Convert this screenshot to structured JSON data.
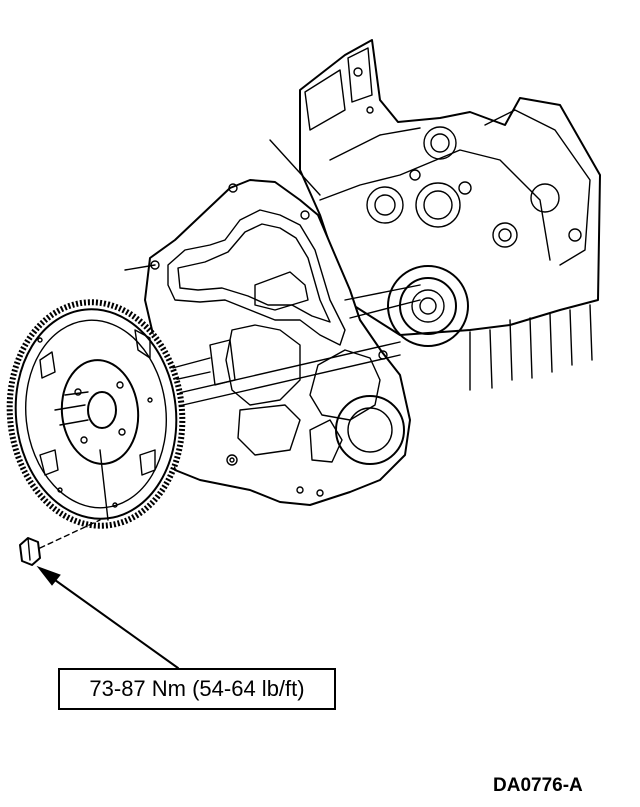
{
  "torque_callout": {
    "text": "73-87 Nm (54-64 lb/ft)"
  },
  "figure_id": "DA0776-A",
  "parts": {
    "engine_block": "engine-block",
    "adapter_plate": "engine-rear-cover-plate",
    "flywheel": "flexplate-with-ring-gear",
    "bolt": "flexplate-bolt"
  },
  "colors": {
    "line": "#000000",
    "background": "#ffffff"
  }
}
